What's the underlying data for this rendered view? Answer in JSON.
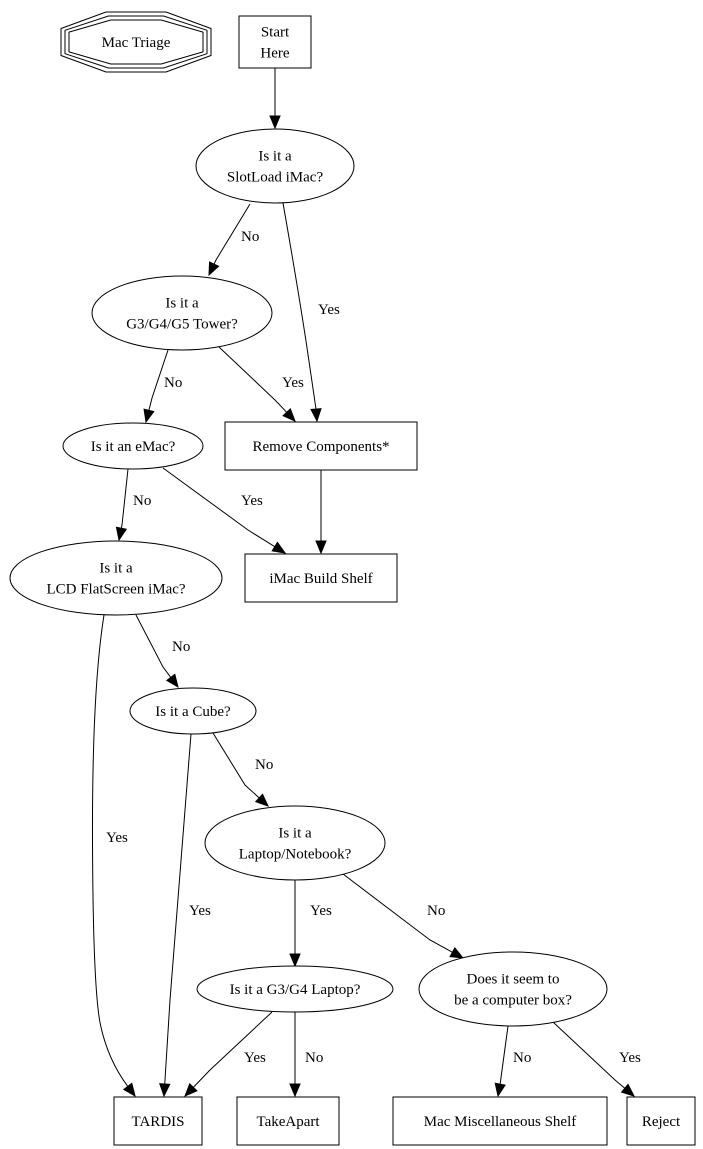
{
  "title": "Mac Triage",
  "nodes": {
    "title": {
      "label": [
        "Mac Triage"
      ],
      "shape": "tripleoctagon"
    },
    "start": {
      "label": [
        "Start",
        "Here"
      ],
      "shape": "box"
    },
    "slotload": {
      "label": [
        "Is it a",
        "SlotLoad iMac?"
      ],
      "shape": "ellipse"
    },
    "tower": {
      "label": [
        "Is it a",
        "G3/G4/G5 Tower?"
      ],
      "shape": "ellipse"
    },
    "emac": {
      "label": [
        "Is it an eMac?"
      ],
      "shape": "ellipse"
    },
    "remove": {
      "label": [
        "Remove Components*"
      ],
      "shape": "box"
    },
    "buildshelf": {
      "label": [
        "iMac Build Shelf"
      ],
      "shape": "box"
    },
    "lcd": {
      "label": [
        "Is it a",
        "LCD FlatScreen iMac?"
      ],
      "shape": "ellipse"
    },
    "cube": {
      "label": [
        "Is it a Cube?"
      ],
      "shape": "ellipse"
    },
    "laptop": {
      "label": [
        "Is it a",
        "Laptop/Notebook?"
      ],
      "shape": "ellipse"
    },
    "g3g4laptop": {
      "label": [
        "Is it a G3/G4 Laptop?"
      ],
      "shape": "ellipse"
    },
    "computerbox": {
      "label": [
        "Does it seem to",
        "be a computer box?"
      ],
      "shape": "ellipse"
    },
    "tardis": {
      "label": [
        "TARDIS"
      ],
      "shape": "box"
    },
    "takeapart": {
      "label": [
        "TakeApart"
      ],
      "shape": "box"
    },
    "miscshelf": {
      "label": [
        "Mac Miscellaneous Shelf"
      ],
      "shape": "box"
    },
    "reject": {
      "label": [
        "Reject"
      ],
      "shape": "box"
    }
  },
  "edges": [
    {
      "from": "start",
      "to": "slotload",
      "label": ""
    },
    {
      "from": "slotload",
      "to": "tower",
      "label": "No"
    },
    {
      "from": "slotload",
      "to": "remove",
      "label": "Yes"
    },
    {
      "from": "tower",
      "to": "emac",
      "label": "No"
    },
    {
      "from": "tower",
      "to": "remove",
      "label": "Yes"
    },
    {
      "from": "emac",
      "to": "lcd",
      "label": "No"
    },
    {
      "from": "emac",
      "to": "buildshelf",
      "label": "Yes"
    },
    {
      "from": "remove",
      "to": "buildshelf",
      "label": ""
    },
    {
      "from": "lcd",
      "to": "cube",
      "label": "No"
    },
    {
      "from": "lcd",
      "to": "tardis",
      "label": "Yes"
    },
    {
      "from": "cube",
      "to": "laptop",
      "label": "No"
    },
    {
      "from": "cube",
      "to": "tardis",
      "label": "Yes"
    },
    {
      "from": "laptop",
      "to": "g3g4laptop",
      "label": "Yes"
    },
    {
      "from": "laptop",
      "to": "computerbox",
      "label": "No"
    },
    {
      "from": "g3g4laptop",
      "to": "tardis",
      "label": "Yes"
    },
    {
      "from": "g3g4laptop",
      "to": "takeapart",
      "label": "No"
    },
    {
      "from": "computerbox",
      "to": "miscshelf",
      "label": "No"
    },
    {
      "from": "computerbox",
      "to": "reject",
      "label": "Yes"
    }
  ]
}
